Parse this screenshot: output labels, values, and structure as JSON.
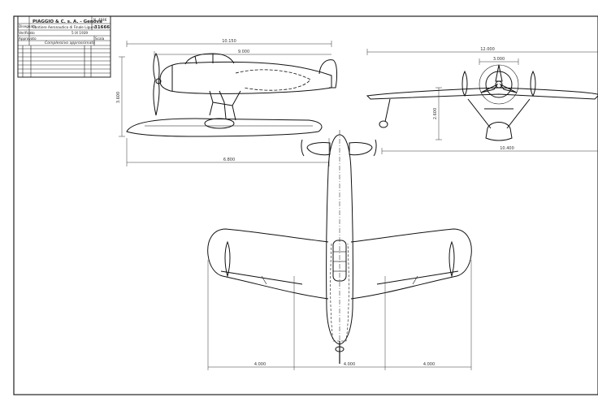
{
  "title_block": {
    "company": "PIAGGIO & C. s. A. - Genova",
    "subtitle": "Cantiere Aeronautico di Finale Ligure",
    "drawing_number": "31666",
    "description": "Complessivo approssimato",
    "date": "5 IX 1939",
    "scale_label": "Scala",
    "top_code": "N. 4846",
    "row_labels": [
      "Disegnato",
      "Verificato",
      "Approvato"
    ]
  },
  "dimensions": {
    "side_length": "10.150",
    "side_fuselage": "9.000",
    "side_height": "3.600",
    "side_float": "6.800",
    "front_span": "12.000",
    "front_prop": "3.000",
    "front_height": "2.600",
    "front_float_track": "10.400",
    "plan_outer_left": "4.000",
    "plan_center": "4.000",
    "plan_outer_right": "4.000"
  }
}
